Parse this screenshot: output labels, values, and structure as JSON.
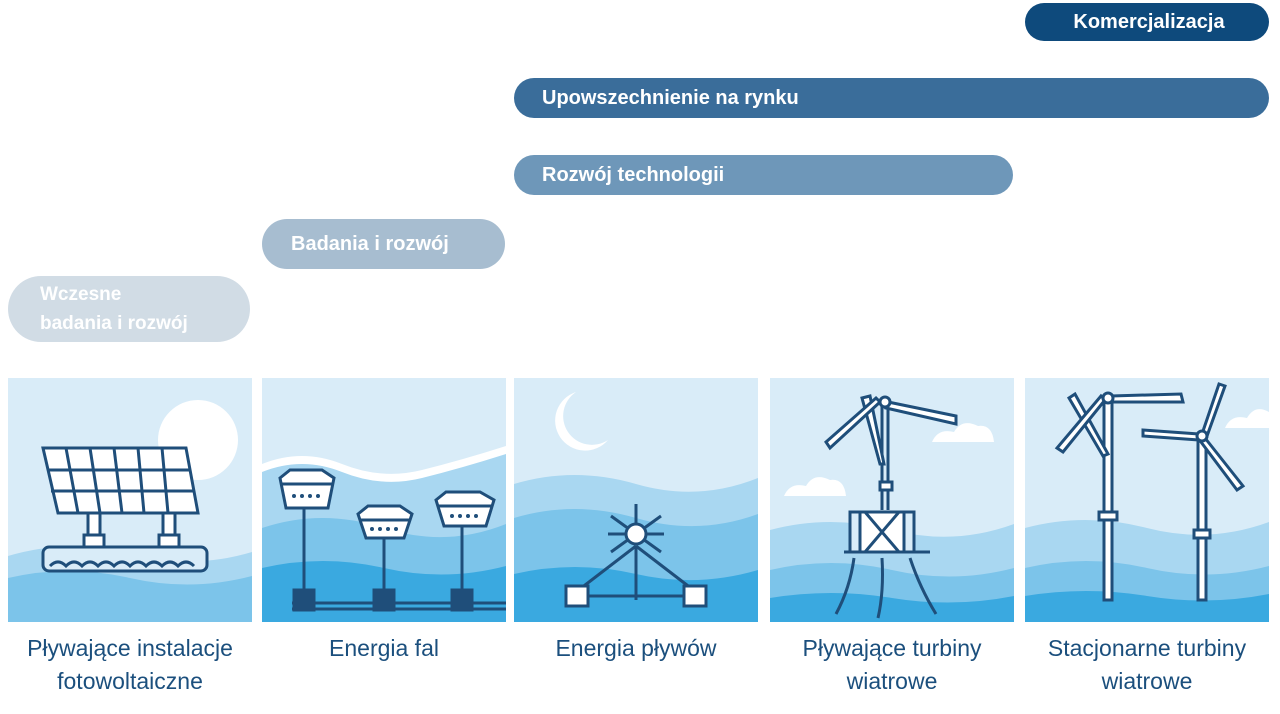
{
  "stages": {
    "commercialization": "Komercjalizacja",
    "market_uptake": "Upowszechnienie na rynku",
    "technology_development": "Rozwój technologii",
    "research_development": "Badania i rozwój",
    "early_rd_line1": "Wczesne",
    "early_rd_line2": "badania i rozwój"
  },
  "technologies": [
    {
      "line1": "Pływające instalacje",
      "line2": "fotowoltaiczne",
      "icon": "floating-solar-icon"
    },
    {
      "line1": "Energia fal",
      "line2": "",
      "icon": "wave-energy-icon"
    },
    {
      "line1": "Energia pływów",
      "line2": "",
      "icon": "tidal-energy-icon"
    },
    {
      "line1": "Pływające turbiny",
      "line2": "wiatrowe",
      "icon": "floating-wind-icon"
    },
    {
      "line1": "Stacjonarne turbiny",
      "line2": "wiatrowe",
      "icon": "fixed-wind-icon"
    }
  ],
  "colors": {
    "stage_commercialization": "#0e4a7c",
    "stage_market": "#3a6d9a",
    "stage_tech": "#6e97b9",
    "stage_rd": "#a7bdd0",
    "stage_early": "#d1dce5",
    "sky": "#d9ecf8",
    "sea_light": "#a9d7f1",
    "sea_mid": "#7cc4ea",
    "sea_dark": "#3aa9e0",
    "outline": "#1f4e7a",
    "caption": "#1b4f7d"
  }
}
